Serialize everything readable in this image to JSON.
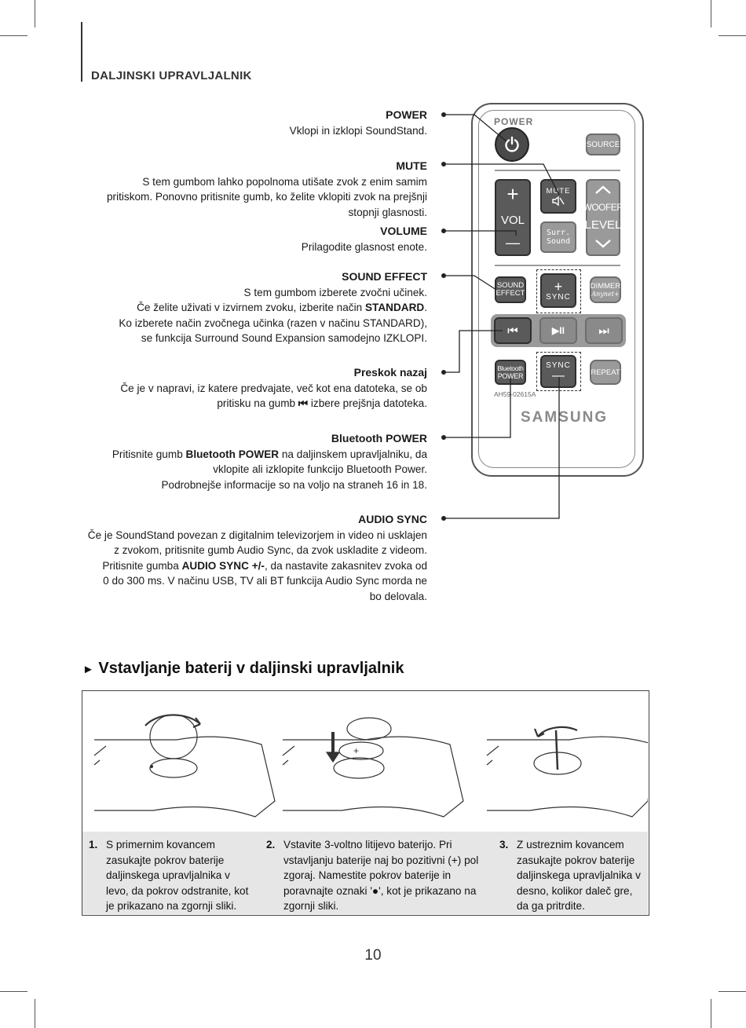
{
  "header": {
    "title": "DALJINSKI UPRAVLJALNIK"
  },
  "descriptions": {
    "power": {
      "title": "POWER",
      "lines": [
        "Vklopi in izklopi SoundStand."
      ]
    },
    "mute": {
      "title": "MUTE",
      "lines": [
        "S tem gumbom lahko popolnoma utišate zvok z enim samim",
        "pritiskom. Ponovno pritisnite gumb, ko želite vklopiti zvok na prejšnji",
        "stopnji glasnosti."
      ]
    },
    "volume": {
      "title": "VOLUME",
      "lines": [
        "Prilagodite glasnost enote."
      ]
    },
    "sound_effect": {
      "title": "SOUND EFFECT",
      "line1": "S tem gumbom izberete zvočni učinek.",
      "line2_pre": "Če želite uživati v izvirnem zvoku, izberite način ",
      "line2_bold": "STANDARD",
      "line2_post": ".",
      "line3": "Ko izberete način zvočnega učinka (razen v načinu STANDARD),",
      "line4": "se funkcija Surround Sound Expansion samodejno IZKLOPI."
    },
    "skip_back": {
      "title": "Preskok nazaj",
      "line1": "Če je v napravi, iz katere predvajate, več kot ena datoteka, se ob",
      "line2_pre": "pritisku na gumb ",
      "line2_icon": "⏮",
      "line2_post": " izbere prejšnja datoteka."
    },
    "bluetooth_power": {
      "title": "Bluetooth POWER",
      "line1_pre": "Pritisnite gumb ",
      "line1_bold": "Bluetooth POWER",
      "line1_post": " na daljinskem upravljalniku, da",
      "line2": "vklopite ali izklopite funkcijo Bluetooth Power.",
      "line3": "Podrobnejše informacije so na voljo na straneh 16 in 18."
    },
    "audio_sync": {
      "title": "AUDIO SYNC",
      "line1": "Če je SoundStand povezan z digitalnim televizorjem in video ni usklajen",
      "line2": "z zvokom, pritisnite gumb Audio Sync, da zvok uskladite z videom.",
      "line3_pre": "Pritisnite gumba ",
      "line3_bold": "AUDIO SYNC +/-",
      "line3_post": ", da nastavite zakasnitev zvoka od",
      "line4": "0 do 300 ms. V načinu USB, TV ali BT funkcija Audio Sync morda ne",
      "line5": "bo delovala."
    }
  },
  "remote": {
    "power_label": "POWER",
    "source": "SOURCE",
    "vol_plus": "+",
    "vol_label": "VOL",
    "vol_minus": "—",
    "mute": "MUTE",
    "surr_1": "Surr.",
    "surr_2": "Sound",
    "woofer_1": "WOOFER",
    "woofer_2": "LEVEL",
    "sound_effect_1": "SOUND",
    "sound_effect_2": "EFFECT",
    "sync_plus_sign": "+",
    "sync_label": "SYNC",
    "dimmer": "DIMMER",
    "anynet": "Anynet+",
    "prev": "⏮",
    "play_pause": "▶II",
    "next": "⏭",
    "bt_1": "Bluetooth",
    "bt_2": "POWER",
    "sync_minus_sign": "—",
    "repeat": "REPEAT",
    "model": "AH59-02615A",
    "brand": "SAMSUNG"
  },
  "battery": {
    "title": "Vstavljanje baterij v daljinski upravljalnik",
    "cr_plus": "+",
    "steps": [
      {
        "num": "1.",
        "lines": [
          "S primernim kovancem",
          "zasukajte pokrov baterije",
          "daljinskega upravljalnika v",
          "levo, da pokrov odstranite, kot",
          "je prikazano na zgornji sliki."
        ]
      },
      {
        "num": "2.",
        "lines": [
          "Vstavite 3-voltno litijevo baterijo. Pri",
          "vstavljanju baterije naj bo pozitivni (+) pol",
          "zgoraj. Namestite pokrov baterije in",
          "poravnajte oznaki '●', kot je prikazano na",
          "zgornji sliki."
        ]
      },
      {
        "num": "3.",
        "lines": [
          "Z ustreznim kovancem",
          "zasukajte pokrov baterije",
          "daljinskega upravljalnika v",
          "desno, kolikor daleč gre,",
          "da ga pritrdite."
        ]
      }
    ]
  },
  "page_number": "10"
}
